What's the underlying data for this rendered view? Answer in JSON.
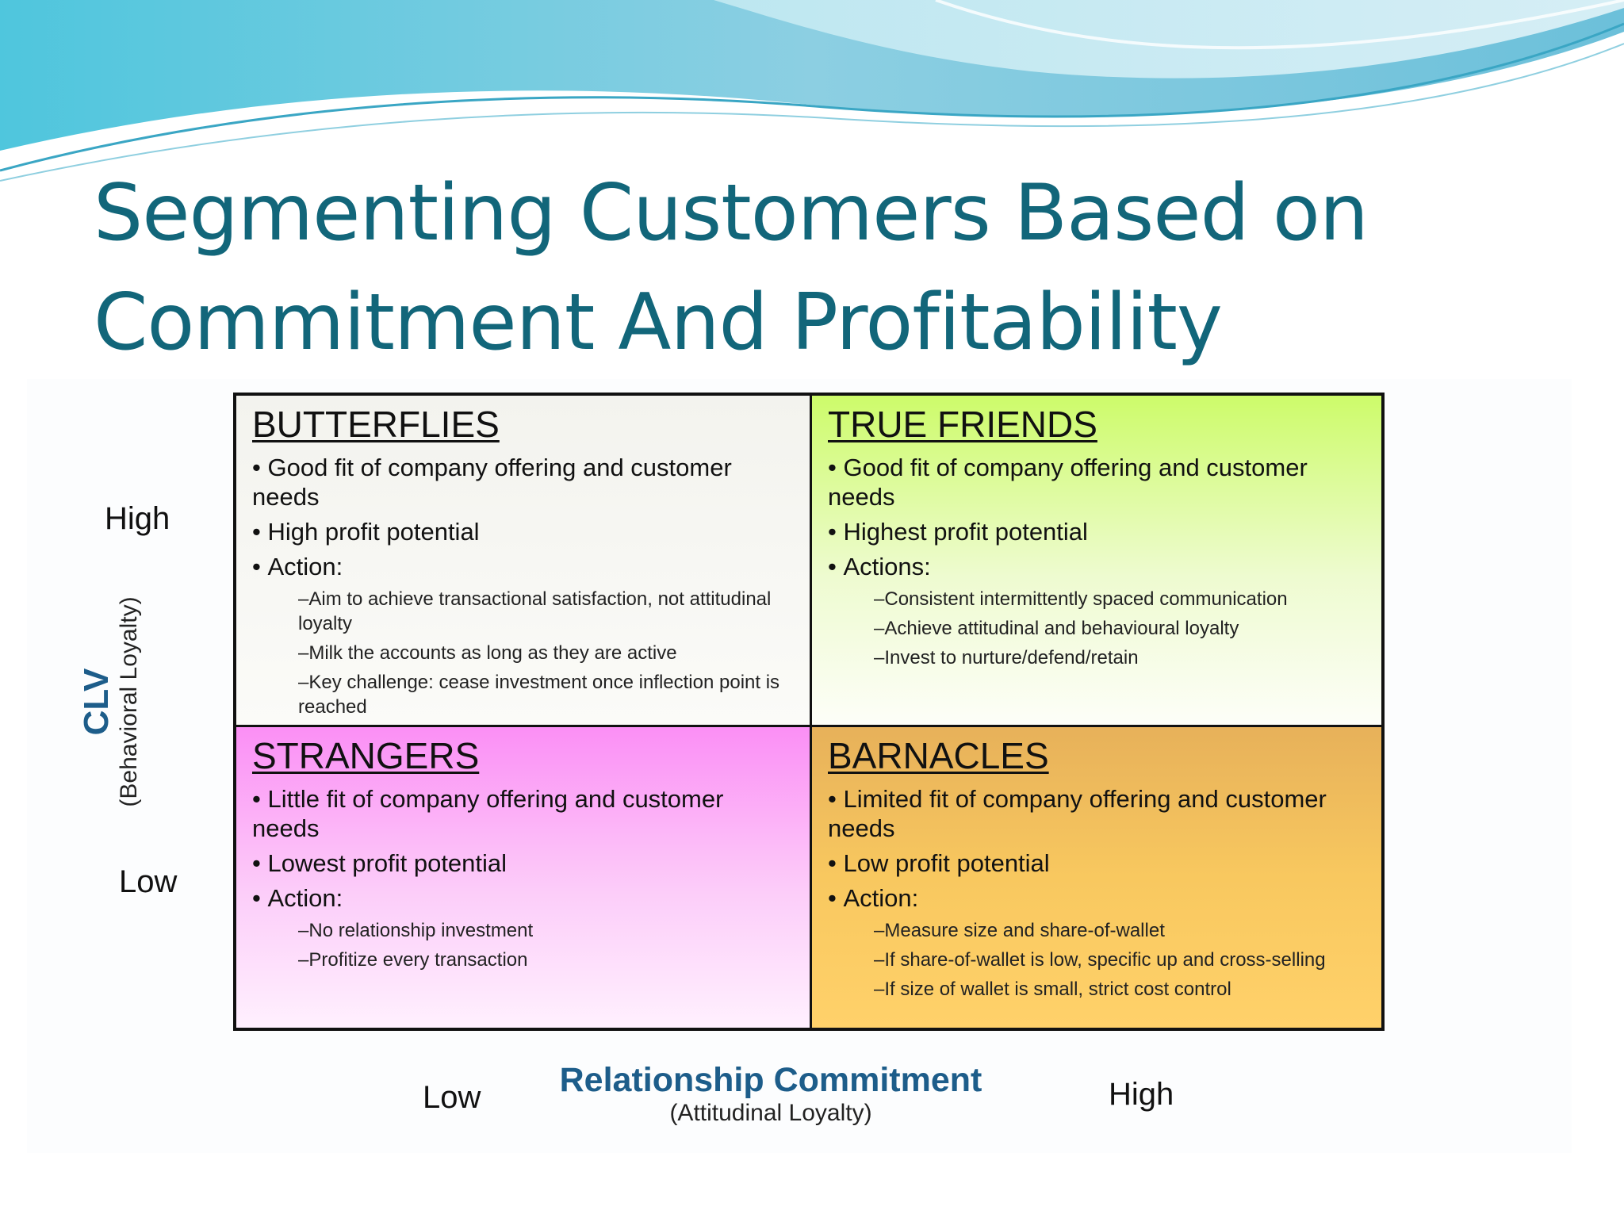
{
  "slide": {
    "title_lines": [
      "Segmenting Customers Based on",
      "Commitment And Profitability"
    ]
  },
  "y_axis": {
    "title": "CLV",
    "subtitle": "(Behavioral Loyalty)",
    "high_label": "High",
    "low_label": "Low"
  },
  "x_axis": {
    "title": "Relationship Commitment",
    "subtitle": "(Attitudinal Loyalty)",
    "low_label": "Low",
    "high_label": "High"
  },
  "quadrants": {
    "top_left": {
      "heading": "BUTTERFLIES",
      "bullets": [
        "Good fit of company offering and customer needs",
        "High profit potential",
        "Action:"
      ],
      "actions": [
        "Aim to achieve transactional satisfaction, not attitudinal loyalty",
        "Milk the accounts as long as they are active",
        "Key challenge: cease investment once inflection point is reached"
      ]
    },
    "top_right": {
      "heading": "TRUE FRIENDS",
      "bullets": [
        "Good fit of company offering and customer needs",
        "Highest profit potential",
        "Actions:"
      ],
      "actions": [
        "Consistent intermittently spaced communication",
        "Achieve attitudinal and behavioural loyalty",
        "Invest to nurture/defend/retain"
      ]
    },
    "bottom_left": {
      "heading": "STRANGERS",
      "bullets": [
        "Little fit of company offering and customer needs",
        "Lowest profit potential",
        "Action:"
      ],
      "actions": [
        "No relationship investment",
        "Profitize every transaction"
      ]
    },
    "bottom_right": {
      "heading": "BARNACLES",
      "bullets": [
        "Limited fit of company offering and customer needs",
        "Low profit potential",
        "Action:"
      ],
      "actions": [
        "Measure size and share-of-wallet",
        "If share-of-wallet is low, specific up and cross-selling",
        "If size of wallet is small, strict cost control"
      ]
    }
  },
  "colors": {
    "title": "#12667a",
    "axis_title": "#1d5d8a",
    "butterflies": "#f3f3ee",
    "true_friends": "#cdfb6a",
    "strangers": "#fb8ff5",
    "barnacles": "#f8c85f"
  }
}
